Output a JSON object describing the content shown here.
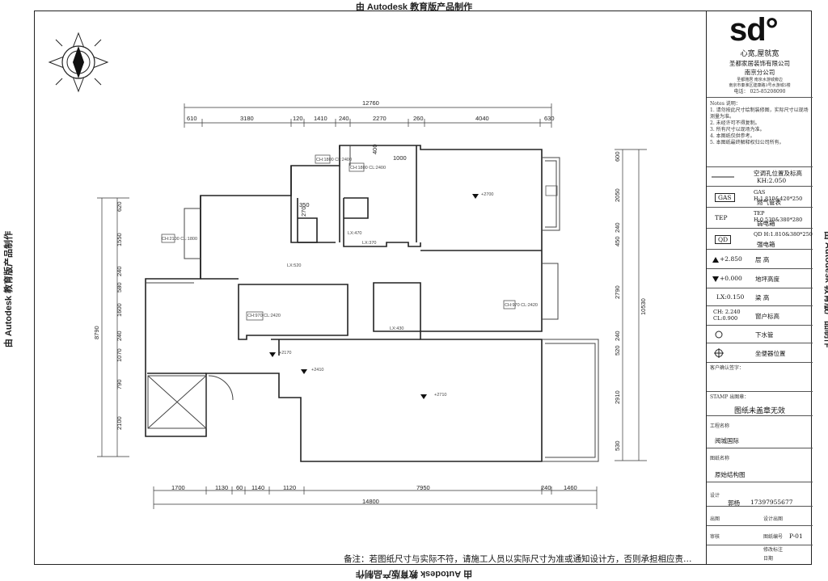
{
  "stamps": {
    "text": "由 Autodesk 教育版产品制作"
  },
  "title_block": {
    "logo": "sd°",
    "slogan": "心宽,屋就宽",
    "company_line1": "圣都家居装饰有限公司",
    "company_line2": "南京分公司",
    "address_line1": "圣都雅居 南京水游城旁边",
    "address_line2": "南京市秦淮区建康路3号水游城5楼",
    "phone": "电话： 025-85208090",
    "notes_title": "Notes 说明：",
    "notes": [
      "1. 请勿按此尺寸绘制装修图，实际尺寸以现场测量为准。",
      "2. 未经许可不得复制。",
      "3. 所有尺寸以现场为准。",
      "4. 本图纸仅供参考。",
      "5. 本图纸最终解释权归公司所有。"
    ],
    "legend": [
      {
        "symbol": "line",
        "label": "空调孔位置及标高",
        "sub": "KH:2.050"
      },
      {
        "symbol": "GAS",
        "label": "GAS H:1.810&420*250",
        "sub": "燃气管表"
      },
      {
        "symbol": "TEP",
        "label": "TEP H:0.530&380*280",
        "sub": "弱电箱"
      },
      {
        "symbol": "QD",
        "label": "QD H:1.810&380*250",
        "sub": "强电箱"
      },
      {
        "symbol": "up",
        "value": "+2.850",
        "label": "层 高"
      },
      {
        "symbol": "down",
        "value": "+0.000",
        "label": "地坪高度"
      },
      {
        "symbol": "text",
        "value": "LX:0.150",
        "label": "梁 高"
      },
      {
        "symbol": "text",
        "value": "CH: 2.240 CL:0.900",
        "label": "窗户标高"
      },
      {
        "symbol": "circle",
        "label": "下水管"
      },
      {
        "symbol": "cross",
        "label": "坐便器位置"
      }
    ],
    "client_confirm": "客户确认签字：",
    "stamp_label": "STAMP 出图章：",
    "stamp_value": "图纸未盖章无效",
    "project_label": "工程名称",
    "project_value": "阅城国际",
    "drawing_label": "图纸名称",
    "drawing_value": "原始结构图",
    "design_label": "设计",
    "designer": "郭杨",
    "designer_phone": "17397955677",
    "approve_label": "出图",
    "approve_value": "设计出图",
    "review_label": "审核",
    "sheet_label": "图纸编号",
    "sheet_value": "P-01",
    "revision_label": "修改标注",
    "date_label": "日期"
  },
  "plan": {
    "top_total": "12760",
    "top_dims": [
      "610",
      "3180",
      "120",
      "1410",
      "240",
      "2270",
      "260",
      "4040",
      "630"
    ],
    "bottom_total": "14800",
    "bottom_dims": [
      "1700",
      "1130",
      "60",
      "1140",
      "1120",
      "7950",
      "240",
      "1460"
    ],
    "left_total": "8790",
    "left_dims": [
      "620",
      "1550",
      "240",
      "580",
      "1600",
      "240",
      "1070",
      "790",
      "2100"
    ],
    "right_total": "10530",
    "right_dims": [
      "600",
      "2050",
      "240",
      "450",
      "2790",
      "240",
      "520",
      "2910",
      "530"
    ],
    "inner_dims": [
      "400",
      "1000",
      "350",
      "270"
    ],
    "levels": [
      "+2700",
      "+2170",
      "+2410",
      "+2710"
    ],
    "beam_labels": [
      "LX:470",
      "LX:370",
      "LX:520",
      "LX:430"
    ],
    "window_labels": [
      "CH:1800 CL:2400",
      "CH:1800 CL:2400",
      "CH:2100 CL:1800",
      "CH:970 CL:2420",
      "CH:970 CL:2420"
    ]
  },
  "footer_note": "备注：若图纸尺寸与实际不符，请施工人员以实际尺寸为准或通知设计方，否则承担相应责…"
}
